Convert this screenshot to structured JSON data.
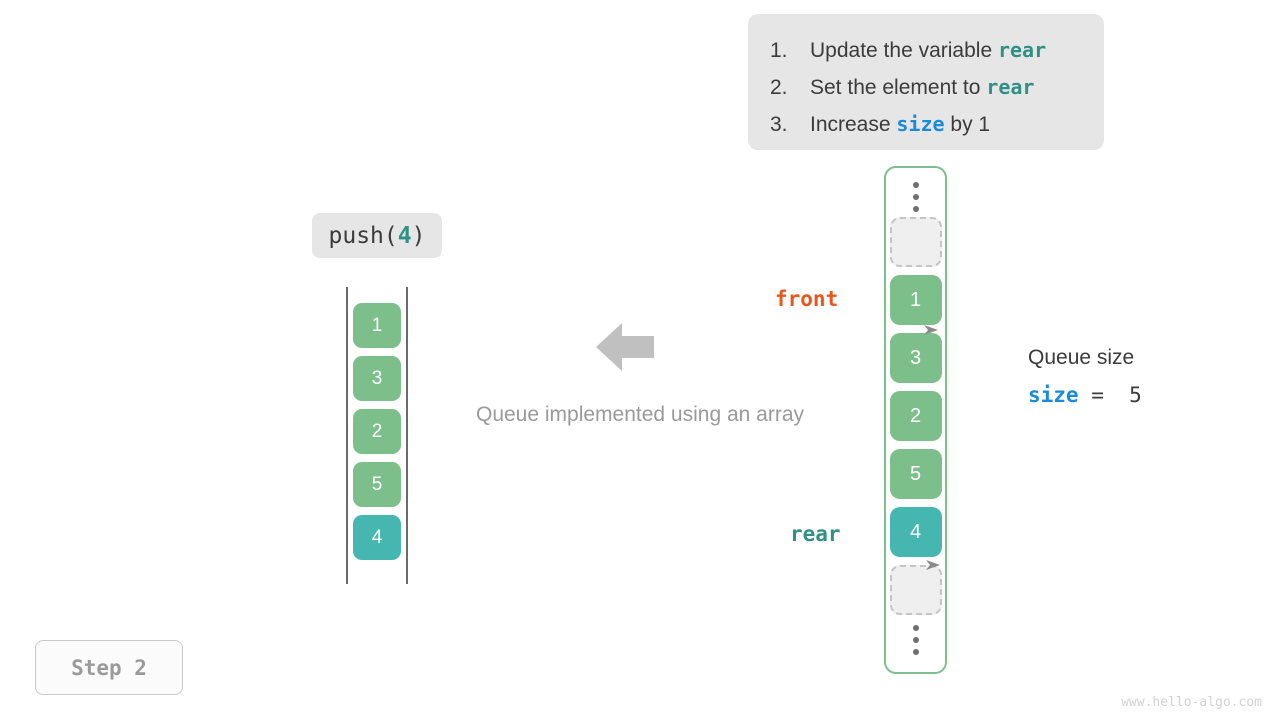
{
  "instructions": {
    "steps": [
      {
        "num": "1.",
        "pre": "Update the variable ",
        "keyword": "rear",
        "keyword_color": "teal",
        "post": ""
      },
      {
        "num": "2.",
        "pre": "Set the element to ",
        "keyword": "rear",
        "keyword_color": "teal",
        "post": ""
      },
      {
        "num": "3.",
        "pre": "Increase ",
        "keyword": "size",
        "keyword_color": "blue",
        "post": " by 1"
      }
    ]
  },
  "operation": {
    "name": "push(",
    "arg": "4",
    "close": ")"
  },
  "left_array": {
    "cells": [
      {
        "value": "1",
        "color": "green"
      },
      {
        "value": "3",
        "color": "green"
      },
      {
        "value": "2",
        "color": "green"
      },
      {
        "value": "5",
        "color": "green"
      },
      {
        "value": "4",
        "color": "teal"
      }
    ]
  },
  "center": {
    "caption": "Queue implemented using an array",
    "arrow_direction": "left",
    "arrow_color": "#c0c0c0"
  },
  "queue": {
    "border_color": "#7dbf8e",
    "cells": [
      {
        "kind": "dots",
        "value": ""
      },
      {
        "kind": "empty",
        "value": ""
      },
      {
        "kind": "green",
        "value": "1"
      },
      {
        "kind": "green",
        "value": "3"
      },
      {
        "kind": "green",
        "value": "2"
      },
      {
        "kind": "green",
        "value": "5"
      },
      {
        "kind": "teal",
        "value": "4"
      },
      {
        "kind": "empty",
        "value": ""
      },
      {
        "kind": "dots",
        "value": ""
      }
    ]
  },
  "pointers": {
    "front": {
      "label": "front",
      "color": "#e8571d"
    },
    "rear": {
      "label": "rear",
      "color": "#2e9184"
    }
  },
  "size_info": {
    "title": "Queue size",
    "variable": "size",
    "expression": " =  5",
    "value": "5"
  },
  "step_badge": {
    "label": "Step 2"
  },
  "watermark": {
    "text": "www.hello-algo.com"
  },
  "colors": {
    "green_cell": "#7dbf8a",
    "teal_cell": "#45b7b0",
    "panel_bg": "#e6e6e6",
    "teal_text": "#2e9184",
    "blue_text": "#1a8adb",
    "orange_text": "#e8571d",
    "muted_text": "#9a9a9a"
  }
}
